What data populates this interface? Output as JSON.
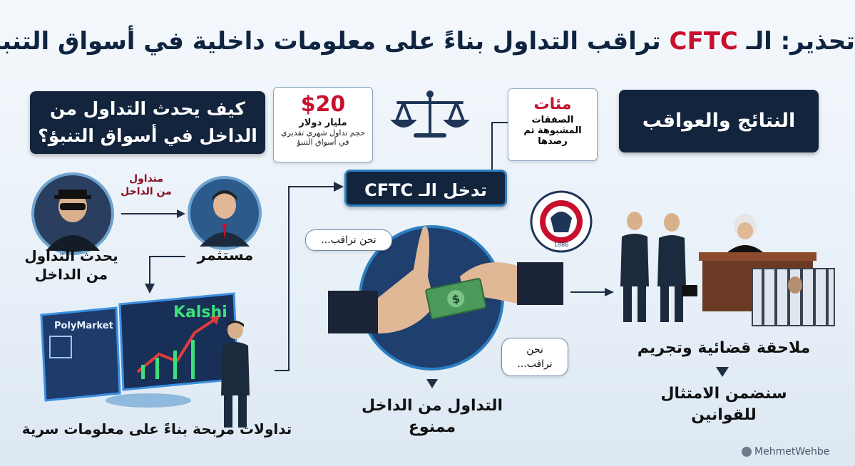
{
  "title": {
    "prefix": "تحذير: الـ ",
    "highlight": "CFTC",
    "suffix": " تراقب التداول بناءً على معلومات داخلية في أسواق التنبؤ"
  },
  "how": {
    "title_line1": "كيف يحدث التداول من",
    "title_line2": "الداخل في أسواق التنبؤ؟"
  },
  "stat": {
    "amount": "$20",
    "unit": "مليار دولار",
    "desc_line1": "حجم تداول شهري تقديري",
    "desc_line2": "في أسواق التنبؤ"
  },
  "cases": {
    "count": "مئات",
    "line1": "الصفقات",
    "line2": "المشبوهة تم",
    "line3": "رصدها"
  },
  "results_title": "النتائج والعواقب",
  "cftc_box": "تدخل الـ CFTC",
  "insider_label": {
    "line1": "متداول",
    "line2": "من الداخل"
  },
  "investor": "مستثمر",
  "insider": {
    "line1": "يحدث التداول",
    "line2": "من الداخل"
  },
  "bubble1": "نحن نراقب...",
  "bubble2": {
    "line1": "نحن",
    "line2": "نراقب..."
  },
  "platforms": {
    "polymarket": "PolyMarket",
    "kalshi": "Kalshi"
  },
  "profit_trades": "تداولات مربحة بناءً على معلومات سرية",
  "forbidden": {
    "line1": "التداول من الداخل",
    "line2": "ممنوع"
  },
  "prosecution": "ملاحقة قضائية وتجريم",
  "compliance": {
    "line1": "سنضمن الامتثال",
    "line2": "للقوانين"
  },
  "seal_year": "1886",
  "watermark": "MehmetWehbe",
  "colors": {
    "navy": "#13243d",
    "red": "#c8102e",
    "accent_blue": "#2d7fc1",
    "kalshi_green": "#3be07a"
  }
}
